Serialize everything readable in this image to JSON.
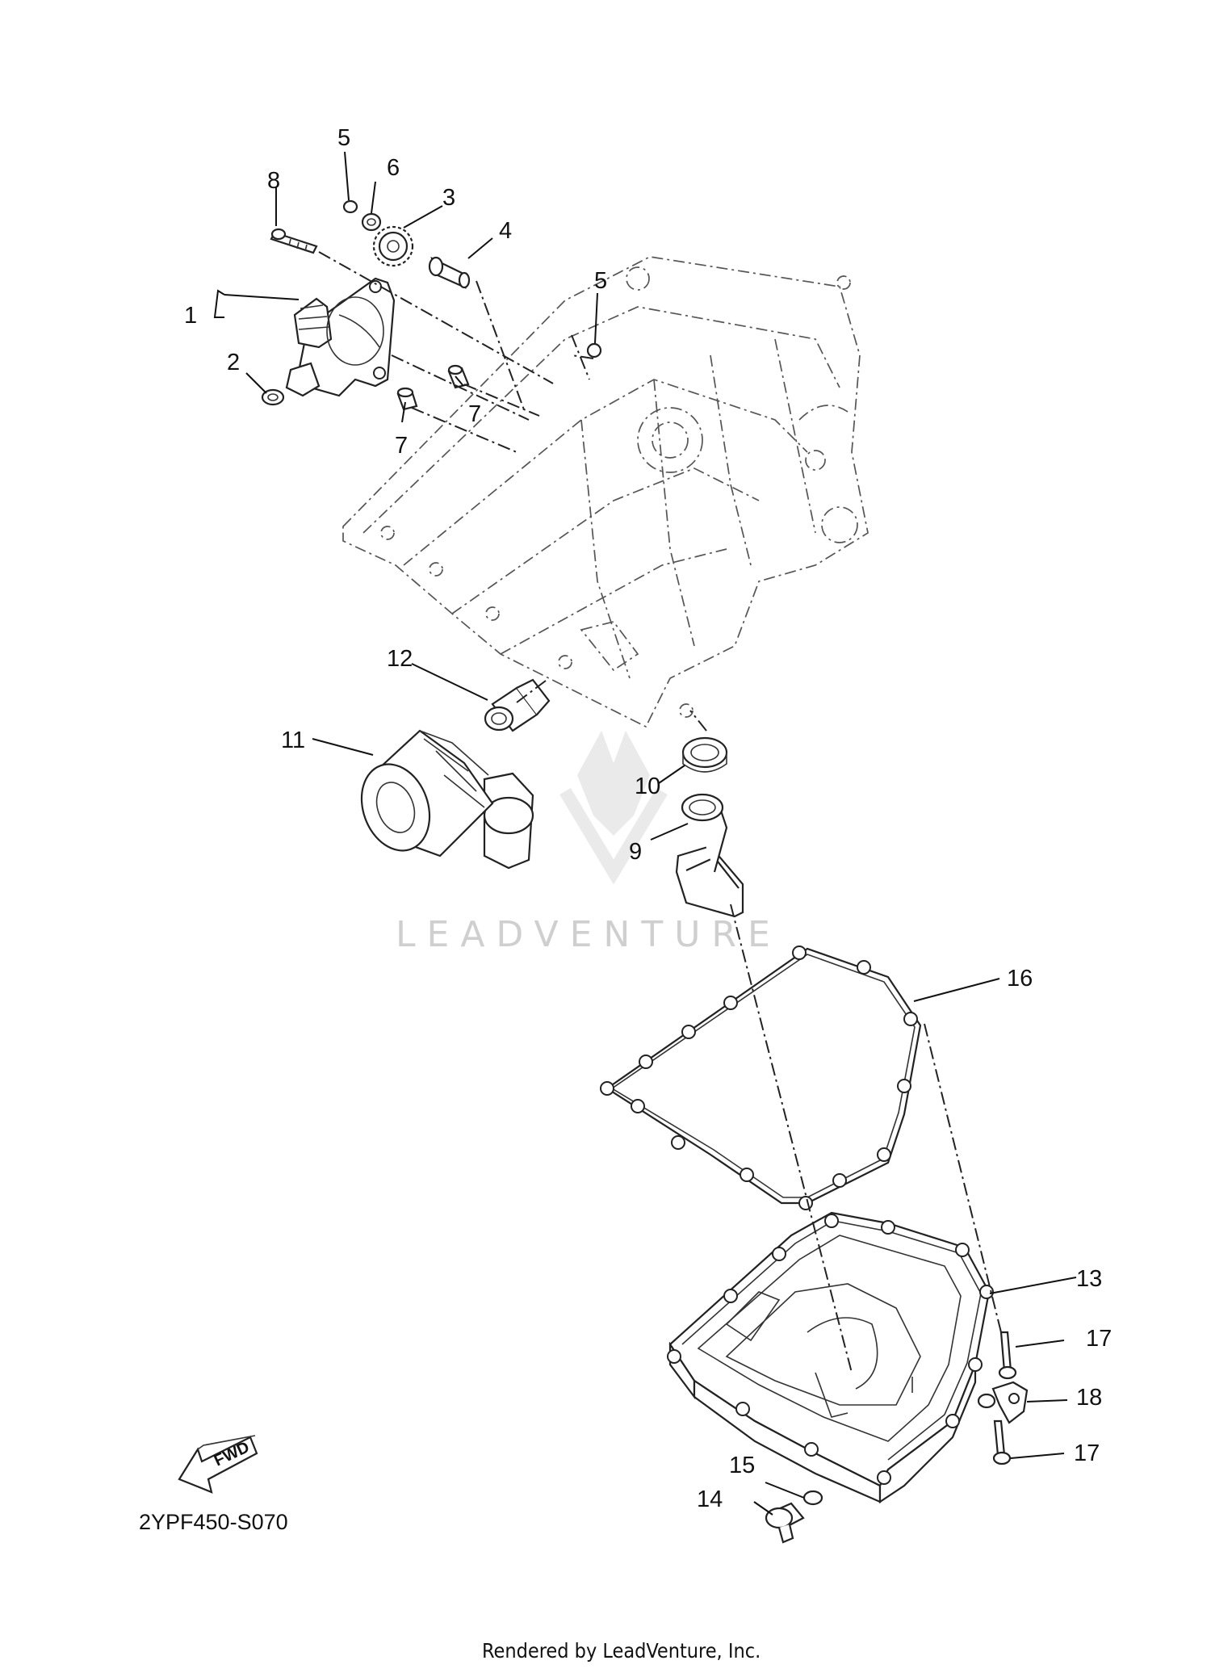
{
  "diagram": {
    "reference_code": "2YPF450-S070",
    "footer": "Rendered by LeadVenture, Inc.",
    "watermark": "LEADVENTURE",
    "fwd_label": "FWD",
    "callouts": [
      "1",
      "2",
      "3",
      "4",
      "5",
      "5",
      "6",
      "7",
      "7",
      "8",
      "9",
      "10",
      "11",
      "12",
      "13",
      "14",
      "15",
      "16",
      "17",
      "17",
      "18"
    ]
  }
}
